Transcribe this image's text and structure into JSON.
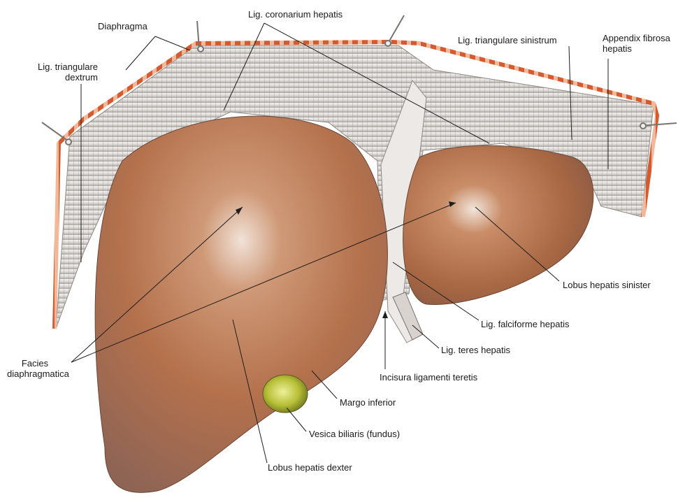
{
  "labels": {
    "diaphragma": "Diaphragma",
    "lig_coronarium": "Lig. coronarium hepatis",
    "lig_triangulare_sinistrum": "Lig. triangulare sinistrum",
    "appendix_line1": "Appendix fibrosa",
    "appendix_line2": "hepatis",
    "lig_tri_dex_line1": "Lig. triangulare",
    "lig_tri_dex_line2": "dextrum",
    "lobus_sinister": "Lobus hepatis sinister",
    "lig_falciforme": "Lig. falciforme hepatis",
    "lig_teres": "Lig. teres hepatis",
    "incisura": "Incisura ligamenti teretis",
    "facies_line1": "Facies",
    "facies_line2": "diaphragmatica",
    "margo_inferior": "Margo inferior",
    "vesica": "Vesica biliaris (fundus)",
    "lobus_dexter": "Lobus hepatis dexter"
  },
  "colors": {
    "liver": "#b8764e",
    "liver_dark": "#7f4e3c",
    "diaphragm_rim": "#d9663a",
    "peritoneum": "#e4e2e0",
    "gallbladder": "#b8c23a"
  }
}
